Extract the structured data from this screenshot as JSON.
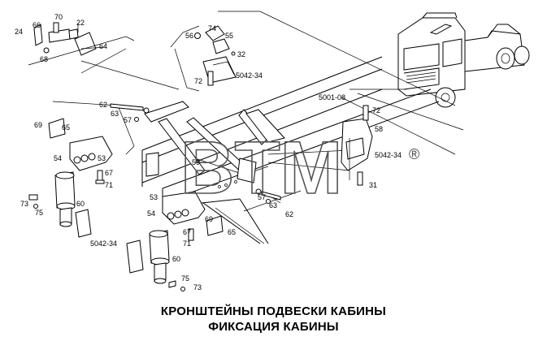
{
  "watermark": {
    "text": "BTM",
    "registered": "®"
  },
  "caption": {
    "line1": "КРОНШТЕЙНЫ ПОДВЕСКИ КАБИНЫ",
    "line2": "ФИКСАЦИЯ КАБИНЫ"
  },
  "callouts": {
    "c24": "24",
    "c66a": "66",
    "c70": "70",
    "c22": "22",
    "c68": "68",
    "c64": "64",
    "c56": "56",
    "c74": "74",
    "c55": "55",
    "c32": "32",
    "c72a": "72",
    "c5042a": "5042-34",
    "c5001": "5001-08",
    "c62a": "62",
    "c63a": "63",
    "c57a": "57",
    "c69a": "69",
    "c65a": "65",
    "c54a": "54",
    "c53a": "53",
    "c67a": "67",
    "c71a": "71",
    "c60a": "60",
    "c73a": "73",
    "c75a": "75",
    "c5042b": "5042-34",
    "c59": "59",
    "c72b": "72",
    "c58": "58",
    "c5042c": "5042-34",
    "c31": "31",
    "c57b": "57",
    "c63b": "63",
    "c62b": "62",
    "c53b": "53",
    "c54b": "54",
    "c69b": "69",
    "c67b": "67",
    "c65b": "65",
    "c71b": "71",
    "c60b": "60",
    "c75b": "75",
    "c73b": "73"
  }
}
